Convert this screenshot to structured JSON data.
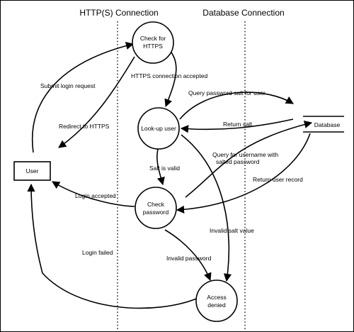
{
  "headers": {
    "http": "HTTP(S) Connection",
    "database": "Database Connection"
  },
  "nodes": {
    "user": "User",
    "check_https": [
      "Check for",
      "HTTPS"
    ],
    "lookup_user": "Look-up user",
    "check_password": [
      "Check",
      "password"
    ],
    "access_denied": [
      "Access",
      "denied"
    ],
    "database": "Database"
  },
  "flows": {
    "submit_login": "Submit login request",
    "redirect_https": "Redirect to HTTPS",
    "https_accepted": "HTTPS connection accepted",
    "query_salt": "Query password salt for user",
    "return_salt": "Return salt",
    "query_username": [
      "Query for username with",
      "salted password"
    ],
    "salt_valid": "Salt is valid",
    "return_record": "Return user record",
    "login_accepted": "Login accepted",
    "invalid_salt": "Invalid salt value",
    "invalid_password": "Invalid password",
    "login_failed": "Login failed"
  }
}
